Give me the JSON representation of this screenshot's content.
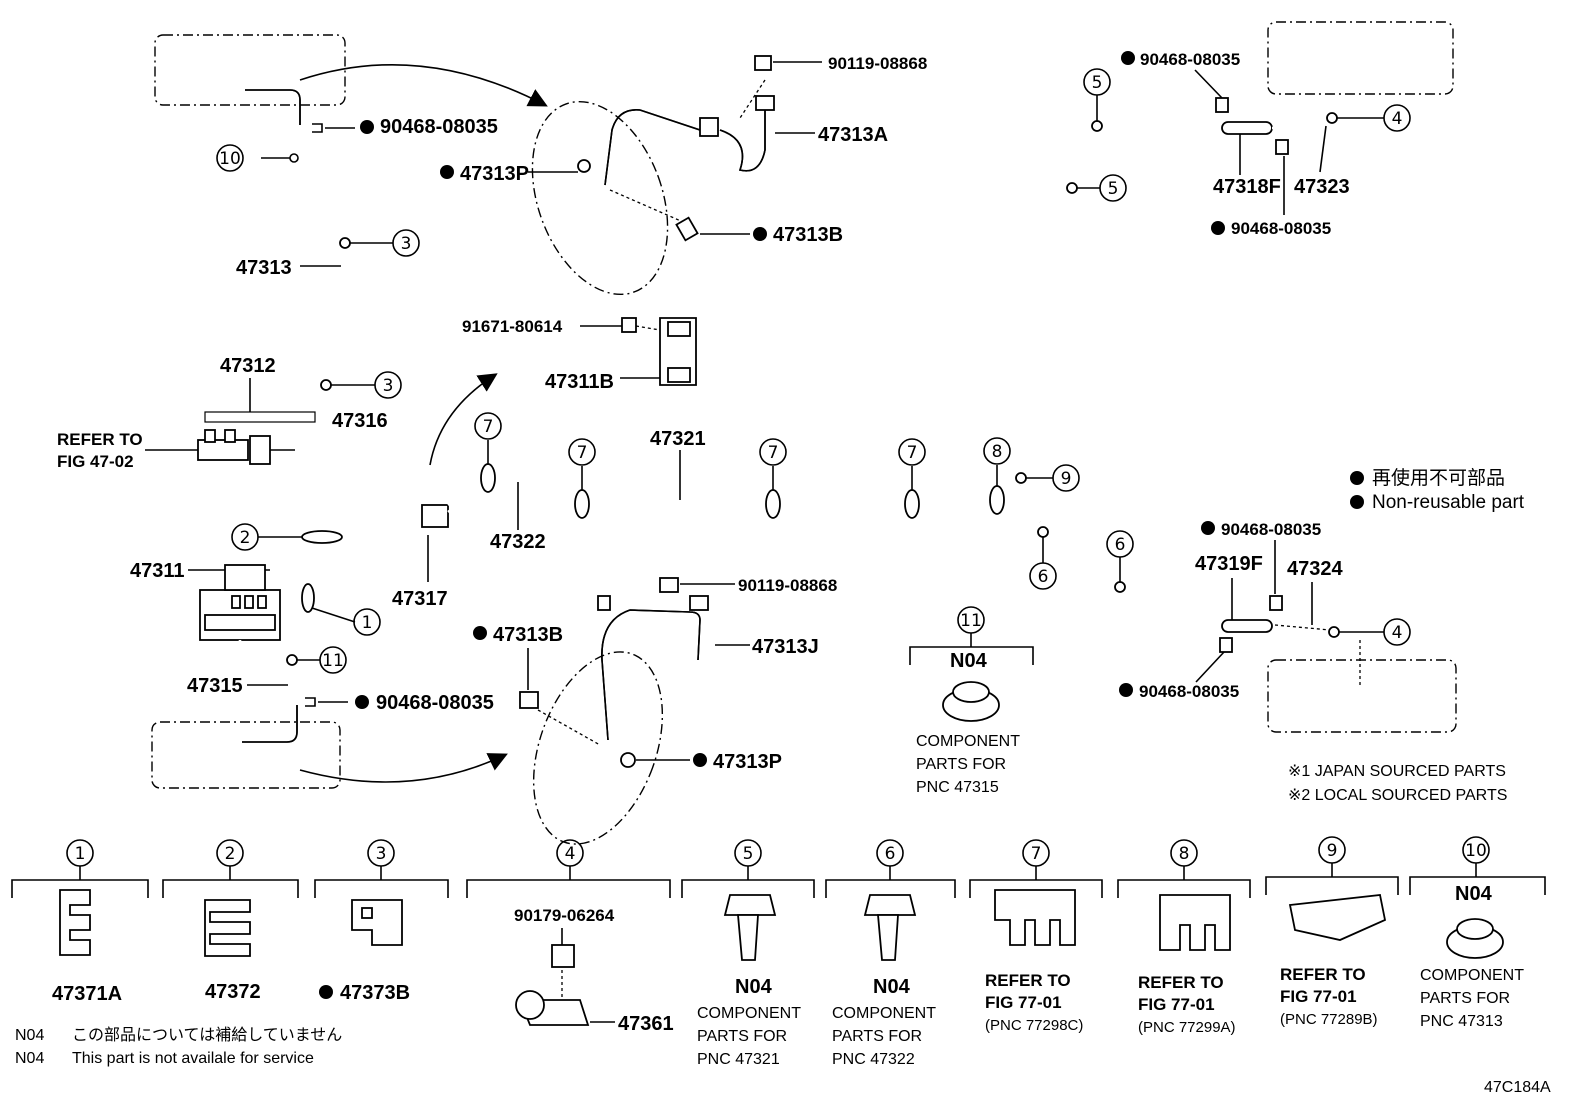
{
  "footer": {
    "n04_ja": "この部品については補給していません",
    "n04_en": "This part is not availale for service",
    "n04_code": "N04",
    "figure_id": "47C184A"
  },
  "legend": {
    "nonreusable_ja": "再使用不可部品",
    "nonreusable_en": "Non-reusable part",
    "note1": "※1 JAPAN SOURCED PARTS",
    "note2": "※2 LOCAL SOURCED PARTS"
  },
  "labels": {
    "p90468_08035": "90468-08035",
    "p90119_08868": "90119-08868",
    "p47313A": "47313A",
    "p47313P": "47313P",
    "p47313B": "47313B",
    "p47313": "47313",
    "p91671_80614": "91671-80614",
    "p47311B": "47311B",
    "p47312": "47312",
    "refer_to": "REFER TO",
    "fig_47_02": "FIG 47-02",
    "p47316": "47316",
    "p47321": "47321",
    "p47322": "47322",
    "p47317": "47317",
    "p47311": "47311",
    "p47315": "47315",
    "p47313J": "47313J",
    "p47318F": "47318F",
    "p47323": "47323",
    "p47319F": "47319F",
    "p47324": "47324",
    "component_parts_for": "COMPONENT",
    "parts_for": "PARTS FOR",
    "pnc_47315": "PNC 47315",
    "n04": "N04"
  },
  "callouts": [
    "1",
    "2",
    "3",
    "4",
    "5",
    "6",
    "7",
    "8",
    "9",
    "10",
    "11"
  ],
  "bottom_row": [
    {
      "num": "1",
      "part": "47371A"
    },
    {
      "num": "2",
      "part": "47372"
    },
    {
      "num": "3",
      "part": "47373B"
    },
    {
      "num": "4",
      "part": "47361",
      "sub": "90179-06264"
    },
    {
      "num": "5",
      "code": "N04",
      "line1": "COMPONENT",
      "line2": "PARTS FOR",
      "line3": "PNC 47321"
    },
    {
      "num": "6",
      "code": "N04",
      "line1": "COMPONENT",
      "line2": "PARTS FOR",
      "line3": "PNC 47322"
    },
    {
      "num": "7",
      "line1": "REFER TO",
      "line2": "FIG 77-01",
      "line3": "(PNC 77298C)"
    },
    {
      "num": "8",
      "line1": "REFER TO",
      "line2": "FIG 77-01",
      "line3": "(PNC 77299A)"
    },
    {
      "num": "9",
      "line1": "REFER TO",
      "line2": "FIG 77-01",
      "line3": "(PNC 77289B)"
    },
    {
      "num": "10",
      "code": "N04",
      "line1": "COMPONENT",
      "line2": "PARTS FOR",
      "line3": "PNC 47313"
    }
  ]
}
